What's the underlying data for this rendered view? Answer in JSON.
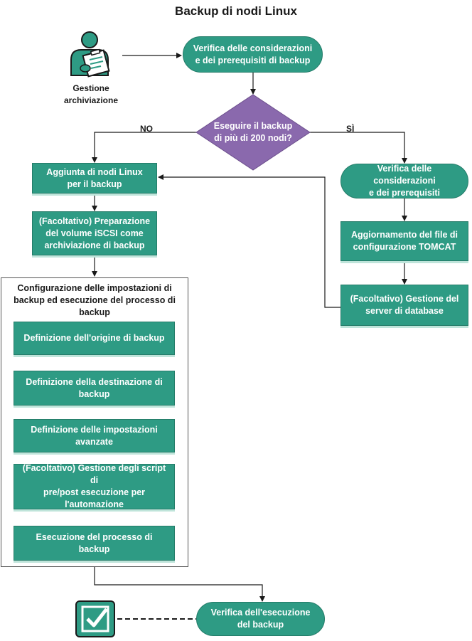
{
  "title": "Backup di nodi Linux",
  "colors": {
    "node": "#2e9b84",
    "decision": "#8a69ad",
    "line": "#1a1a1a"
  },
  "icons": {
    "storage_manager": "clipboard-person-icon",
    "checkmark": "checkbox-icon"
  },
  "storage_manager_caption": "Gestione\narchiviazione",
  "nodes": {
    "verify_considerations": "Verifica delle considerazioni\ne dei prerequisiti di backup",
    "decision": "Eseguire il backup\ndi più di 200 nodi?",
    "no_label": "NO",
    "yes_label": "SÌ",
    "add_nodes": "Aggiunta di nodi Linux\nper il backup",
    "iscsi": "(Facoltativo) Preparazione\ndel volume iSCSI come\narchiviazione di backup",
    "group_title": "Configurazione delle impostazioni di\nbackup ed esecuzione del processo di\nbackup",
    "define_source": "Definizione dell'origine di backup",
    "define_destination": "Definizione della destinazione di\nbackup",
    "define_advanced": "Definizione delle impostazioni\navanzate",
    "manage_scripts": "(Facoltativo) Gestione degli script di\npre/post esecuzione per\nl'automazione",
    "run_job": "Esecuzione del processo di backup",
    "verify_prereq": "Verifica delle considerazioni\ne dei prerequisiti",
    "update_tomcat": "Aggiornamento del file di\nconfigurazione TOMCAT",
    "manage_db": "(Facoltativo) Gestione del\nserver di database",
    "verify_backup": "Verifica dell'esecuzione\ndel backup"
  }
}
